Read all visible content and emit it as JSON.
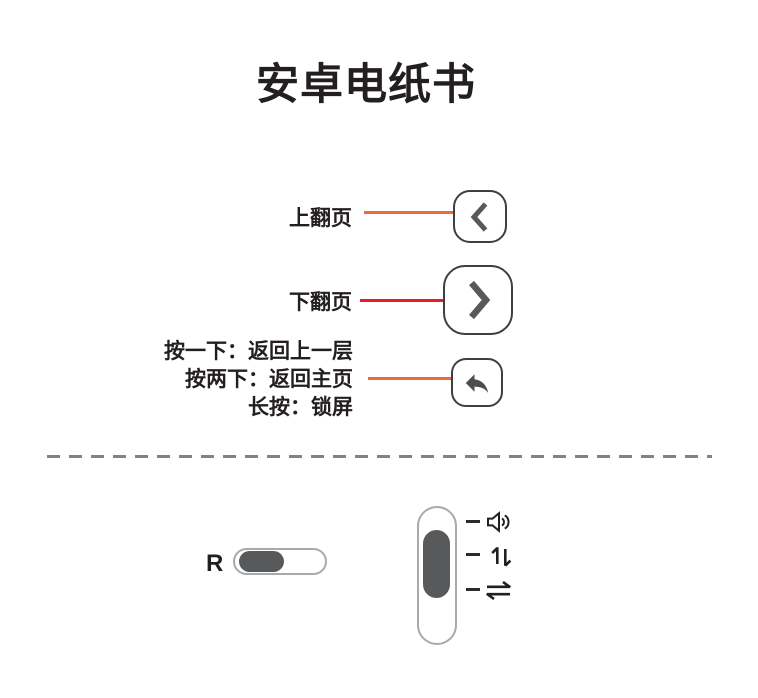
{
  "title": "安卓电纸书",
  "colors": {
    "accent_orange": "#F0693C",
    "accent_red": "#EC1C24",
    "button_outline": "#3F3F3F",
    "glyph_gray": "#58595B",
    "pill_outline": "#A7A9AC",
    "text_black": "#231F20"
  },
  "controls": {
    "page_up": {
      "label": "上翻页",
      "icon": "chevron-left-icon"
    },
    "page_down": {
      "label": "下翻页",
      "icon": "chevron-right-icon"
    },
    "back": {
      "line1": "按一下：返回上一层",
      "line2": "按两下：返回主页",
      "line3": "长按：锁屏",
      "icon": "back-arrow-icon"
    },
    "reset": {
      "label": "R",
      "icon": "reset-slider"
    },
    "side_slider": {
      "position_icons": [
        "speaker-icon",
        "page-updown-icon",
        "swap-arrows-icon"
      ]
    }
  }
}
